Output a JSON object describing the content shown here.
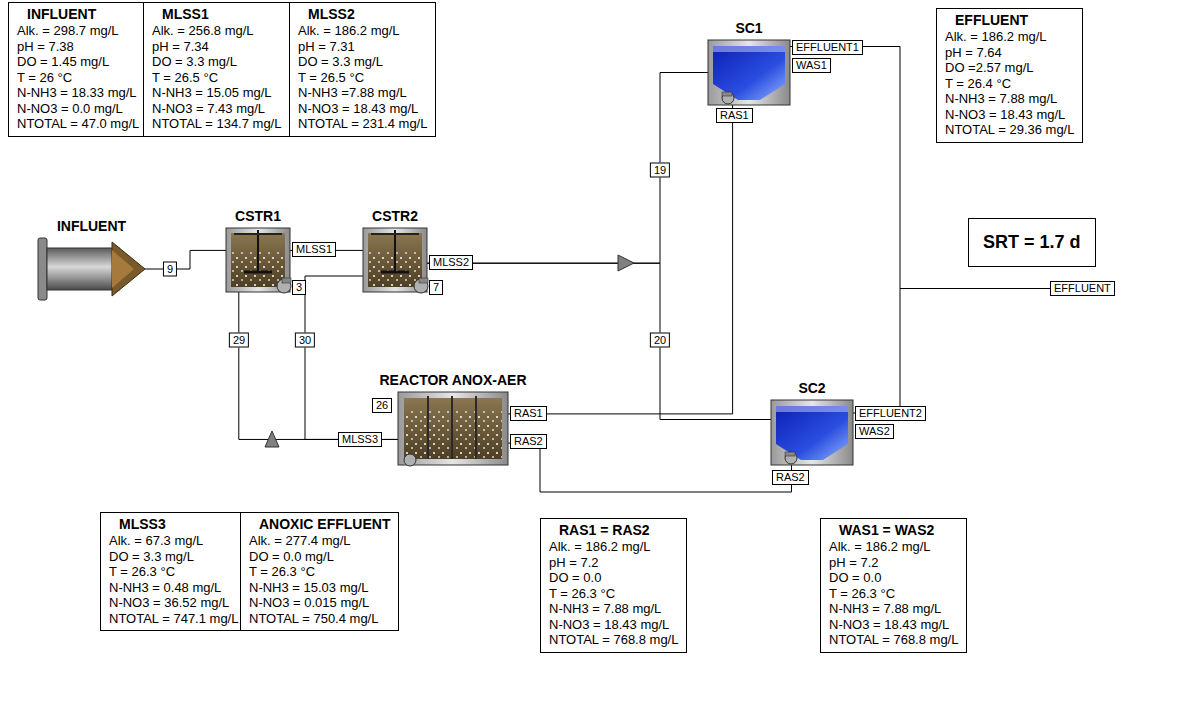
{
  "diagram": {
    "nodes": [
      {
        "text": [
          "INFLUENT",
          "Alk. = 298.7 mg/L",
          "pH = 7.38",
          "DO = 1.45 mg/L",
          "T = 26 °C",
          "N-NH3 = 18.33 mg/L",
          "N-NO3 = 0.0 mg/L",
          "NTOTAL = 47.0 mg/L"
        ]
      },
      {
        "text": [
          "MLSS1",
          "Alk. = 256.8 mg/L",
          "pH = 7.34",
          "DO = 3.3 mg/L",
          "T = 26.5 °C",
          "N-NH3 = 15.05 mg/L",
          "N-NO3 = 7.43 mg/L",
          "NTOTAL = 134.7 mg/L"
        ]
      },
      {
        "text": [
          "MLSS2",
          "Alk. = 186.2 mg/L",
          "pH = 7.31",
          "DO = 3.3 mg/L",
          "T = 26.5 °C",
          "N-NH3 =7.88 mg/L",
          "N-NO3 = 18.43 mg/L",
          "NTOTAL = 231.4 mg/L"
        ]
      },
      {
        "text": [
          "SC1"
        ]
      },
      {
        "text": [
          "EFFLUENT",
          "Alk. = 186.2 mg/L",
          "pH = 7.64",
          "DO =2.57 mg/L",
          "T = 26.4 °C",
          "N-NH3 = 7.88 mg/L",
          "N-NO3 = 18.43 mg/L",
          "NTOTAL = 29.36 mg/L"
        ]
      },
      {
        "text": [
          "INFLUENT"
        ]
      },
      {
        "text": [
          "CSTR1"
        ]
      },
      {
        "text": [
          "CSTR2"
        ]
      },
      {
        "text": [
          "SC2"
        ]
      },
      {
        "text": [
          "SRT = 1.7 d"
        ]
      },
      {
        "text": [
          "REACTOR ANOX-AER"
        ]
      },
      {
        "text": [
          "MLSS3",
          "Alk. = 67.3 mg/L",
          "DO = 3.3 mg/L",
          "T = 26.3 °C",
          "N-NH3 = 0.48 mg/L",
          "N-NO3 = 36.52 mg/L",
          "NTOTAL = 747.1 mg/L"
        ]
      },
      {
        "text": [
          "ANOXIC EFFLUENT",
          "Alk. = 277.4 mg/L",
          "DO = 0.0 mg/L",
          "T = 26.3 °C",
          "N-NH3 = 15.03 mg/L",
          "N-NO3 = 0.015 mg/L",
          "NTOTAL = 750.4 mg/L"
        ]
      },
      {
        "text": [
          "RAS1 = RAS2",
          "Alk. = 186.2 mg/L",
          "pH = 7.2",
          "DO = 0.0",
          "T = 26.3 °C",
          "N-NH3 = 7.88 mg/L",
          "N-NO3 = 18.43 mg/L",
          "NTOTAL = 768.8 mg/L"
        ]
      },
      {
        "text": [
          "WAS1 = WAS2",
          "Alk. = 186.2 mg/L",
          "pH = 7.2",
          "DO = 0.0",
          "T = 26.3 °C",
          "N-NH3 = 7.88 mg/L",
          "N-NO3 = 18.43 mg/L",
          "NTOTAL = 768.8 mg/L"
        ]
      },
      {
        "text": [
          "EFFLUENT"
        ]
      }
    ],
    "edges": [
      {
        "from": 5,
        "to": 6,
        "arrow": "none",
        "label": "9"
      },
      {
        "from": 6,
        "to": 7,
        "arrow": "none"
      },
      {
        "from": 7,
        "to": 3,
        "arrow": "none",
        "label": "19"
      },
      {
        "from": 7,
        "to": 8,
        "arrow": "none",
        "label": "20"
      },
      {
        "from": 3,
        "to": 10,
        "arrow": "none"
      },
      {
        "from": 8,
        "to": 10,
        "arrow": "none"
      },
      {
        "from": 10,
        "to": 6,
        "arrow": "none",
        "label": "29"
      },
      {
        "from": 10,
        "to": 7,
        "arrow": "none",
        "label": "30"
      },
      {
        "from": 3,
        "to": 15,
        "arrow": "none"
      },
      {
        "from": 8,
        "to": 15,
        "arrow": "none"
      }
    ],
    "labels": [
      "3",
      "MLSS1",
      "7",
      "MLSS2",
      "EFFLUENT1",
      "WAS1",
      "RAS1",
      "26",
      "RAS1",
      "RAS2",
      "MLSS3",
      "EFFLUENT2",
      "WAS2",
      "RAS2"
    ]
  }
}
